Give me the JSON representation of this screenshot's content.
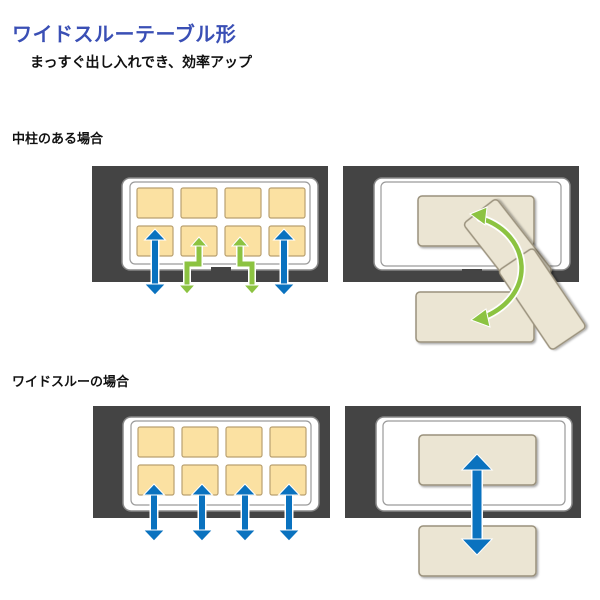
{
  "header": {
    "title": "ワイドスルーテーブル形",
    "subtitle": "まっすぐ出し入れでき、効率アップ"
  },
  "sections": [
    {
      "id": "center-pillar",
      "label": "中柱のある場合"
    },
    {
      "id": "wide-through",
      "label": "ワイドスルーの場合"
    }
  ],
  "colors": {
    "frame": "#444444",
    "cabinet_inner": "#ffffff",
    "compartment_outline": "#777777",
    "tray_fill": "#fbe1a2",
    "tray_outline": "#b9a070",
    "panel_fill": "#ebe5d3",
    "panel_outline": "#9a917c",
    "arrow_blue": "#0a72bf",
    "arrow_green": "#8cc341"
  },
  "icons": {
    "straight": "double-headed-arrow-icon",
    "rotate": "curved-arrow-icon"
  }
}
